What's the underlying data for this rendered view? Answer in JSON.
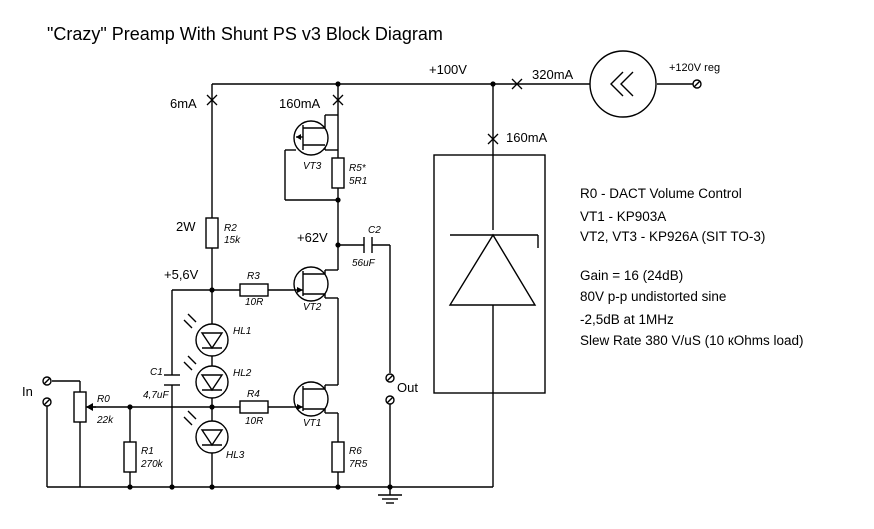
{
  "title": "\"Crazy\" Preamp With Shunt PS v3   Block Diagram",
  "rails": {
    "v100": "+100V",
    "v62": "+62V",
    "v56": "+5,6V",
    "v120reg": "+120V reg"
  },
  "currents": {
    "i6": "6mA",
    "i160a": "160mA",
    "i320": "320mA",
    "i160b": "160mA"
  },
  "power_note": "2W",
  "io": {
    "in": "In",
    "out": "Out"
  },
  "components": {
    "r0": {
      "ref": "R0",
      "value": "22k"
    },
    "r1": {
      "ref": "R1",
      "value": "270k"
    },
    "r2": {
      "ref": "R2",
      "value": "15k"
    },
    "r3": {
      "ref": "R3",
      "value": "10R"
    },
    "r4": {
      "ref": "R4",
      "value": "10R"
    },
    "r5": {
      "ref": "R5*",
      "value": "5R1"
    },
    "r6": {
      "ref": "R6",
      "value": "7R5"
    },
    "c1": {
      "ref": "C1",
      "value": "4,7uF"
    },
    "c2": {
      "ref": "C2",
      "value": "56uF"
    },
    "hl1": "HL1",
    "hl2": "HL2",
    "hl3": "HL3",
    "vt1": "VT1",
    "vt2": "VT2",
    "vt3": "VT3"
  },
  "notes": [
    "R0 - DACT Volume Control",
    "VT1 - KP903A",
    "VT2, VT3 - KP926A (SIT TO-3)",
    "Gain = 16 (24dB)",
    "80V p-p undistorted sine",
    "-2,5dB at 1MHz",
    "Slew Rate 380 V/uS (10 кOhms load)"
  ]
}
